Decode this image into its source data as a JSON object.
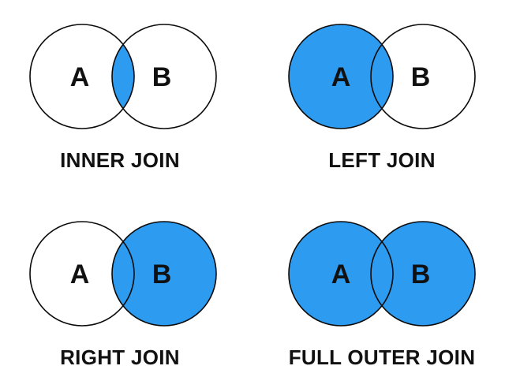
{
  "page": {
    "background": "#ffffff",
    "description": "SQL join types illustrated as Venn diagrams"
  },
  "colors": {
    "accent_blue": "#2D9BF0",
    "outline_black": "#0a0a0a",
    "text_black": "#111111",
    "white": "#ffffff"
  },
  "diagrams": [
    {
      "title": "INNER JOIN",
      "left_label": "A",
      "right_label": "B",
      "left_fill": "#ffffff",
      "right_fill": "#ffffff",
      "intersection_fill": "#2D9BF0"
    },
    {
      "title": "LEFT JOIN",
      "left_label": "A",
      "right_label": "B",
      "left_fill": "#2D9BF0",
      "right_fill": "#ffffff",
      "intersection_fill": "#2D9BF0"
    },
    {
      "title": "RIGHT JOIN",
      "left_label": "A",
      "right_label": "B",
      "left_fill": "#ffffff",
      "right_fill": "#2D9BF0",
      "intersection_fill": "#2D9BF0"
    },
    {
      "title": "FULL OUTER JOIN",
      "left_label": "A",
      "right_label": "B",
      "left_fill": "#2D9BF0",
      "right_fill": "#2D9BF0",
      "intersection_fill": "#2D9BF0"
    }
  ]
}
